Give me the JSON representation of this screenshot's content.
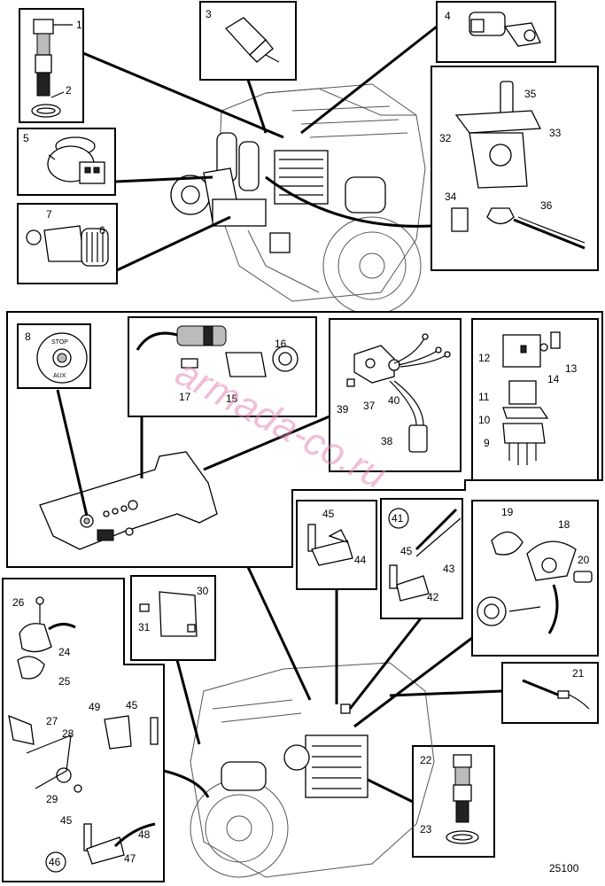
{
  "labels": {
    "l1": "1",
    "l2": "2",
    "l3": "3",
    "l4": "4",
    "l5": "5",
    "l6": "6",
    "l7": "7",
    "l8": "8",
    "l9": "9",
    "l10": "10",
    "l11": "11",
    "l12": "12",
    "l13": "13",
    "l14": "14",
    "l15": "15",
    "l16": "16",
    "l17": "17",
    "l18": "18",
    "l19": "19",
    "l20": "20",
    "l21": "21",
    "l22": "22",
    "l23": "23",
    "l24": "24",
    "l25": "25",
    "l26": "26",
    "l27": "27",
    "l28": "28",
    "l29": "29",
    "l30": "30",
    "l31": "31",
    "l32": "32",
    "l33": "33",
    "l34": "34",
    "l35": "35",
    "l36": "36",
    "l37": "37",
    "l38": "38",
    "l39": "39",
    "l40": "40",
    "l41": "41",
    "l42": "42",
    "l43": "43",
    "l44": "44",
    "l45a": "45",
    "l45b": "45",
    "l45c": "45",
    "l45d": "45",
    "l46": "46",
    "l47": "47",
    "l48": "48",
    "l49": "49"
  },
  "panel_text": {
    "stop": "STOP",
    "aux": "AUX"
  },
  "figure_number": "25100",
  "watermark": "armada-co.ru",
  "colors": {
    "ink": "#000000",
    "watermark": "#e58ab8"
  }
}
